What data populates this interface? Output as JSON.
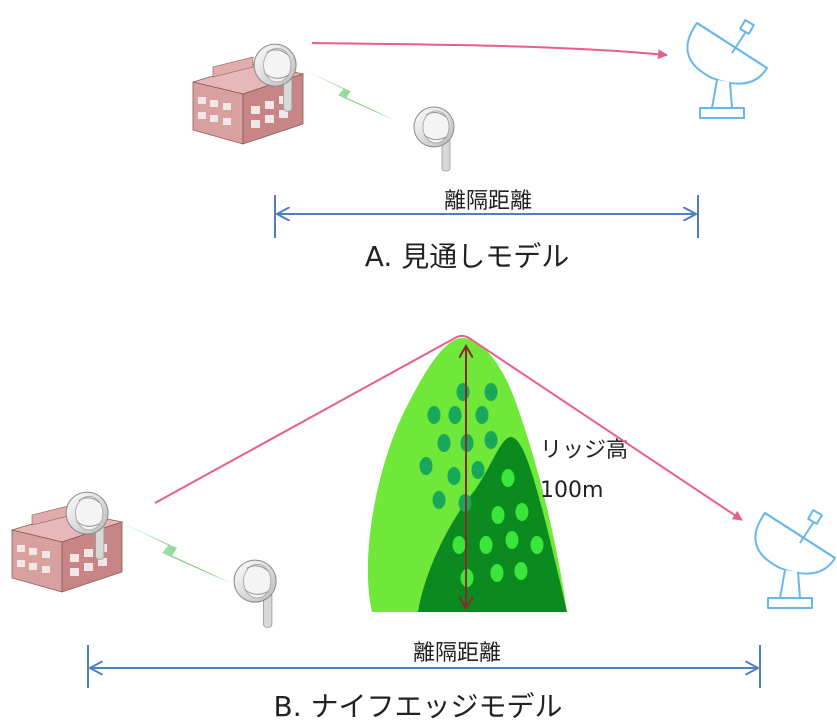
{
  "panel_a": {
    "distance_label": "離隔距離",
    "caption": "A. 見通しモデル"
  },
  "panel_b": {
    "distance_label": "離隔距離",
    "caption": "B. ナイフエッジモデル",
    "ridge_label": "リッジ高",
    "ridge_height": "100m"
  },
  "colors": {
    "signal_path": "#e8608a",
    "dimension_arrow": "#4f7fbf",
    "building": "#d9a0a0",
    "dish": "#69b7ea",
    "wireless_bolt": "#22aa33",
    "mountain_light": "#6fe83a",
    "mountain_dark": "#0b8a1f",
    "ridge_arrow": "#8b2a2a"
  },
  "icons": [
    "building-icon",
    "radio-antenna-icon",
    "satellite-dish-icon",
    "lightning-bolt-icon",
    "mountain-icon"
  ]
}
